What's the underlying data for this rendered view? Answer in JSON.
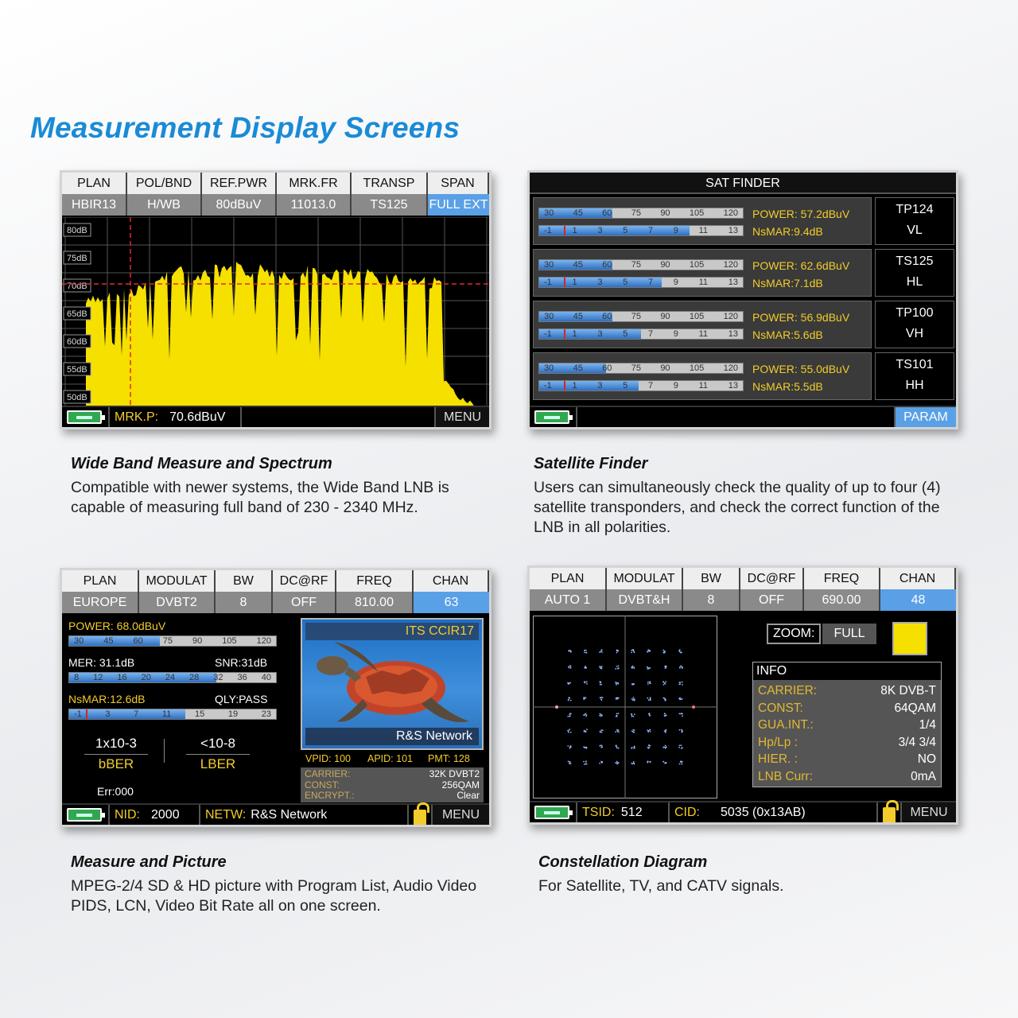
{
  "page_title": "Measurement Display Screens",
  "spectrum": {
    "headers": [
      "PLAN",
      "POL/BND",
      "REF.PWR",
      "MRK.FR",
      "TRANSP",
      "SPAN"
    ],
    "values": [
      "HBIR13",
      "H/WB",
      "80dBuV",
      "11013.0",
      "TS125",
      "FULL EXT"
    ],
    "y_labels": [
      "80dB",
      "75dB",
      "70dB",
      "65dB",
      "60dB",
      "55dB",
      "50dB"
    ],
    "marker_label": "MRK.P:",
    "marker_value": "70.6dBuV",
    "menu": "MENU",
    "trace_color": "#f5e000",
    "marker_color": "#e0282a"
  },
  "satfinder": {
    "title": "SAT FINDER",
    "power_ticks": [
      "30",
      "45",
      "60",
      "75",
      "90",
      "105",
      "120"
    ],
    "nsmar_ticks": [
      "-1",
      "1",
      "3",
      "5",
      "7",
      "9",
      "11",
      "13"
    ],
    "transponders": [
      {
        "power": "POWER:  57.2dBuV",
        "nsmar": "NsMAR:9.4dB",
        "tp": "TP124",
        "pol": "VL",
        "power_fill": 0.36,
        "nsmar_fill": 0.74
      },
      {
        "power": "POWER:  62.6dBuV",
        "nsmar": "NsMAR:7.1dB",
        "tp": "TS125",
        "pol": "HL",
        "power_fill": 0.36,
        "nsmar_fill": 0.6
      },
      {
        "power": "POWER:  56.9dBuV",
        "nsmar": "NsMAR:5.6dB",
        "tp": "TP100",
        "pol": "VH",
        "power_fill": 0.36,
        "nsmar_fill": 0.5
      },
      {
        "power": "POWER:  55.0dBuV",
        "nsmar": "NsMAR:5.5dB",
        "tp": "TS101",
        "pol": "HH",
        "power_fill": 0.33,
        "nsmar_fill": 0.49
      }
    ],
    "param": "PARAM"
  },
  "measure": {
    "headers": [
      "PLAN",
      "MODULAT",
      "BW",
      "DC@RF",
      "FREQ",
      "CHAN"
    ],
    "values": [
      "EUROPE",
      "DVBT2",
      "8",
      "OFF",
      "810.00",
      "63"
    ],
    "power": "POWER:   68.0dBuV",
    "power_ticks": [
      "30",
      "45",
      "60",
      "75",
      "90",
      "105",
      "120"
    ],
    "mer": "MER: 31.1dB",
    "snr": "SNR:31dB",
    "mer_ticks": [
      "8",
      "12",
      "16",
      "20",
      "24",
      "28",
      "32",
      "36",
      "40"
    ],
    "nsmar": "NsMAR:12.6dB",
    "qly": "QLY:PASS",
    "nsmar_ticks": [
      "-1",
      "3",
      "7",
      "11",
      "15",
      "19",
      "23"
    ],
    "bber_value": "1x10-3",
    "bber_label": "bBER",
    "lber_value": "<10-8",
    "lber_label": "LBER",
    "err": "Err:000",
    "pic_title": "ITS CCIR17",
    "pic_network": "R&S Network",
    "vpid": "VPID:  100",
    "apid": "APID:  101",
    "pmt": "PMT:  128",
    "carrier_label": "CARRIER:",
    "carrier_value": "32K DVBT2",
    "const_label": "CONST:",
    "const_value": "256QAM",
    "encrypt_label": "ENCRYPT.:",
    "encrypt_value": "Clear",
    "nid_label": "NID:",
    "nid_value": "2000",
    "netw_label": "NETW:",
    "netw_value": "R&S Network",
    "menu": "MENU"
  },
  "constellation": {
    "headers": [
      "PLAN",
      "MODULAT",
      "BW",
      "DC@RF",
      "FREQ",
      "CHAN"
    ],
    "values": [
      "AUTO 1",
      "DVBT&H",
      "8",
      "OFF",
      "690.00",
      "48"
    ],
    "zoom_label": "ZOOM:",
    "zoom_value": "FULL",
    "info_title": "INFO",
    "info": [
      {
        "k": "CARRIER:",
        "v": "8K  DVB-T"
      },
      {
        "k": "CONST:",
        "v": "64QAM"
      },
      {
        "k": "GUA.INT.:",
        "v": "1/4"
      },
      {
        "k": "Hp/Lp    :",
        "v": "3/4 3/4"
      },
      {
        "k": "HIER.    :",
        "v": "NO"
      },
      {
        "k": "LNB Curr:",
        "v": "0mA"
      }
    ],
    "tsid_label": "TSID:",
    "tsid_value": "512",
    "cid_label": "CID:",
    "cid_value": "5035 (0x13AB)",
    "menu": "MENU",
    "swatch_color": "#f5e000"
  },
  "captions": {
    "spectrum_title": "Wide Band Measure and Spectrum",
    "spectrum_text": "Compatible with newer systems, the Wide Band LNB is capable of measuring full band of 230 - 2340 MHz.",
    "sat_title": "Satellite Finder",
    "sat_text": "Users can simultaneously check the quality of up to four (4) satellite transponders, and check the correct function of the LNB in all polarities.",
    "measure_title": "Measure and Picture",
    "measure_text": "MPEG-2/4 SD & HD picture with Program List, Audio Video PIDS, LCN, Video Bit Rate all on one screen.",
    "const_title": "Constellation Diagram",
    "const_text": "For Satellite, TV, and CATV signals."
  }
}
